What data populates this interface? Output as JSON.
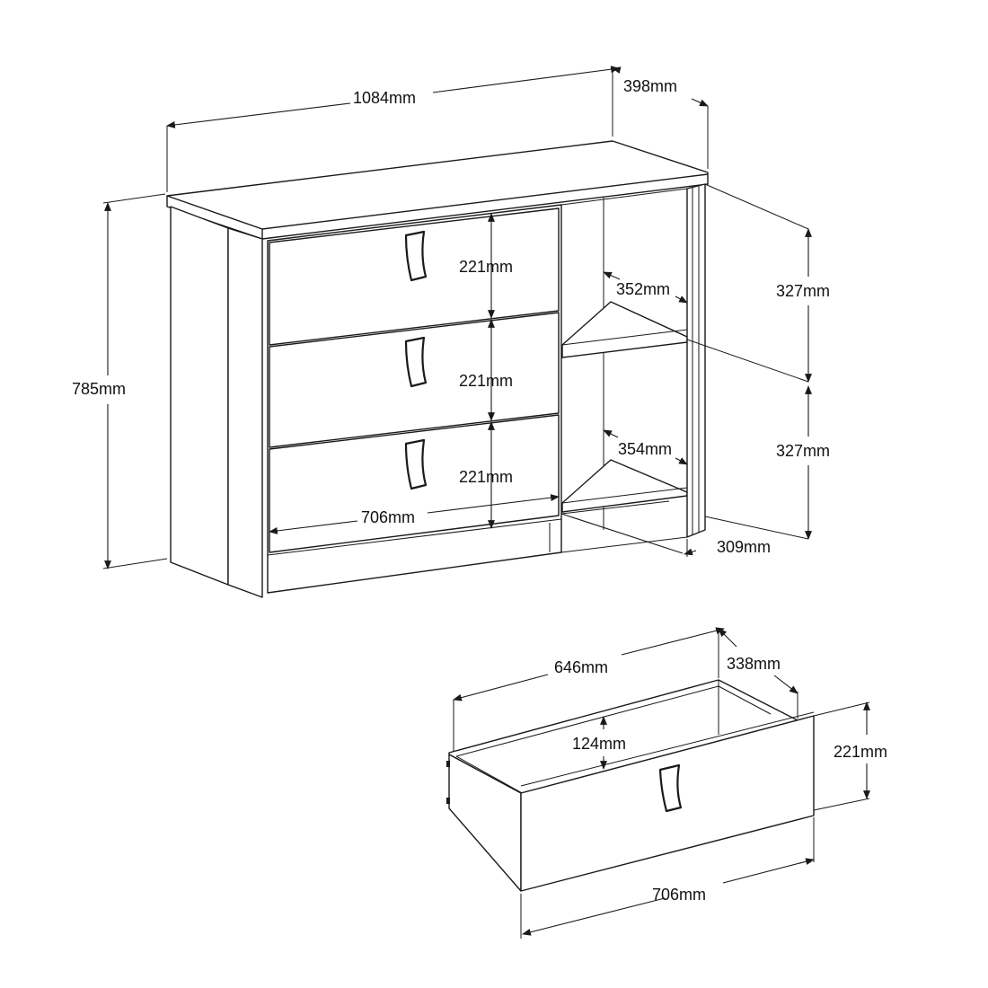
{
  "dimensions": {
    "total_width": "1084mm",
    "total_depth": "398mm",
    "total_height": "785mm",
    "drawer_front_height_1": "221mm",
    "drawer_front_height_2": "221mm",
    "drawer_front_height_3": "221mm",
    "drawer_block_width": "706mm",
    "shelf_depth_upper": "352mm",
    "shelf_depth_lower": "354mm",
    "compartment_height_upper": "327mm",
    "compartment_height_lower": "327mm",
    "compartment_width": "309mm"
  },
  "drawer_detail": {
    "inner_width": "646mm",
    "inner_depth": "338mm",
    "inner_height": "124mm",
    "front_height": "221mm",
    "front_width": "706mm"
  }
}
